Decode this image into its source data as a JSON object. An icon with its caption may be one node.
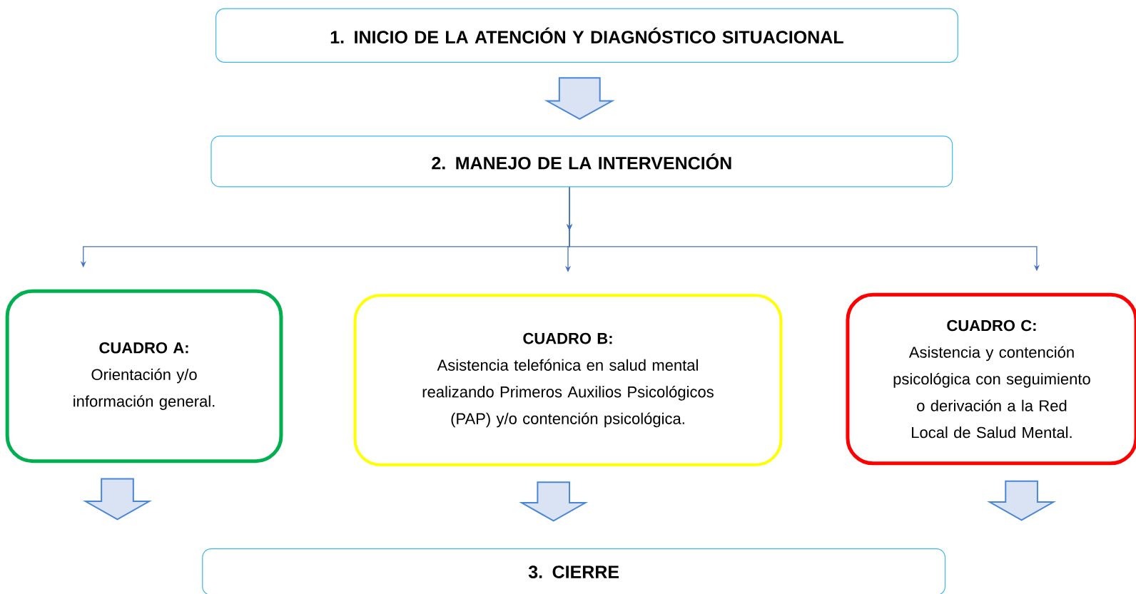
{
  "diagram": {
    "nodes": [
      {
        "text": [
          "1. INICIO DE LA ATENCIÓN Y DIAGNÓSTICO SITUACIONAL"
        ]
      },
      {
        "text": [
          "2. MANEJO DE LA INTERVENCIÓN"
        ]
      },
      {
        "text": [
          "CUADRO A:",
          "Orientación y/o información general."
        ]
      },
      {
        "text": [
          "CUADRO B:",
          "Asistencia telefónica en salud mental realizando Primeros Auxilios Psicológicos (PAP) y/o contención psicológica."
        ]
      },
      {
        "text": [
          "CUADRO C:",
          "Asistencia y contención psicológica con seguimiento o derivación a la Red Local de Salud Mental."
        ]
      },
      {
        "text": [
          "3. CIERRE"
        ]
      }
    ],
    "edges": [
      {
        "from": 0,
        "to": 1,
        "arrow": "to"
      },
      {
        "from": 1,
        "to": 2,
        "arrow": "to"
      },
      {
        "from": 1,
        "to": 3,
        "arrow": "to"
      },
      {
        "from": 1,
        "to": 4,
        "arrow": "to"
      },
      {
        "from": 2,
        "to": 5,
        "arrow": "to"
      },
      {
        "from": 3,
        "to": 5,
        "arrow": "to"
      },
      {
        "from": 4,
        "to": 5,
        "arrow": "to"
      }
    ]
  }
}
